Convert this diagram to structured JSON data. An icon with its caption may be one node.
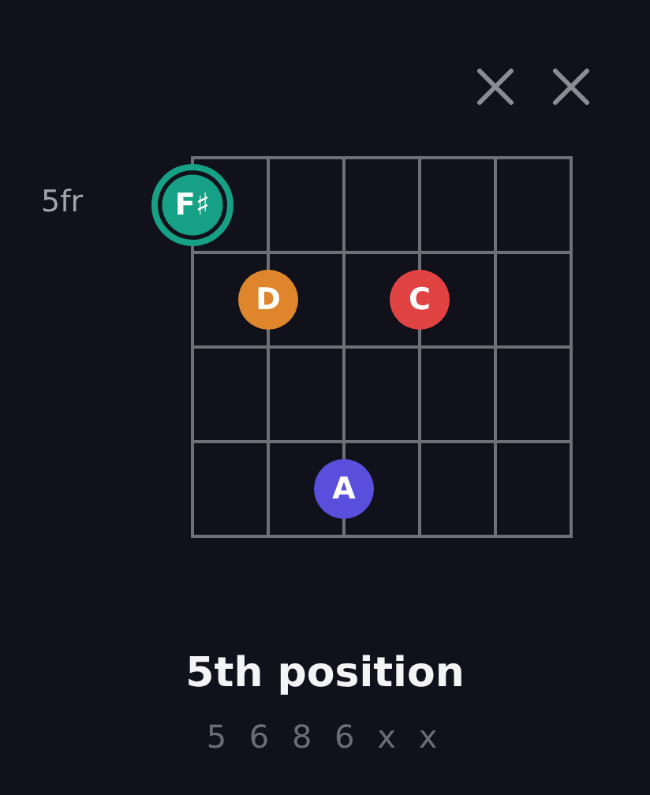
{
  "diagram": {
    "title": "5th position",
    "nodes": [
      {
        "text": [
          "F♯"
        ]
      },
      {
        "text": [
          "D"
        ]
      },
      {
        "text": [
          "C"
        ]
      },
      {
        "text": [
          "A"
        ]
      }
    ],
    "labels": [
      "5fr",
      "5 6 8 6 x x"
    ]
  }
}
